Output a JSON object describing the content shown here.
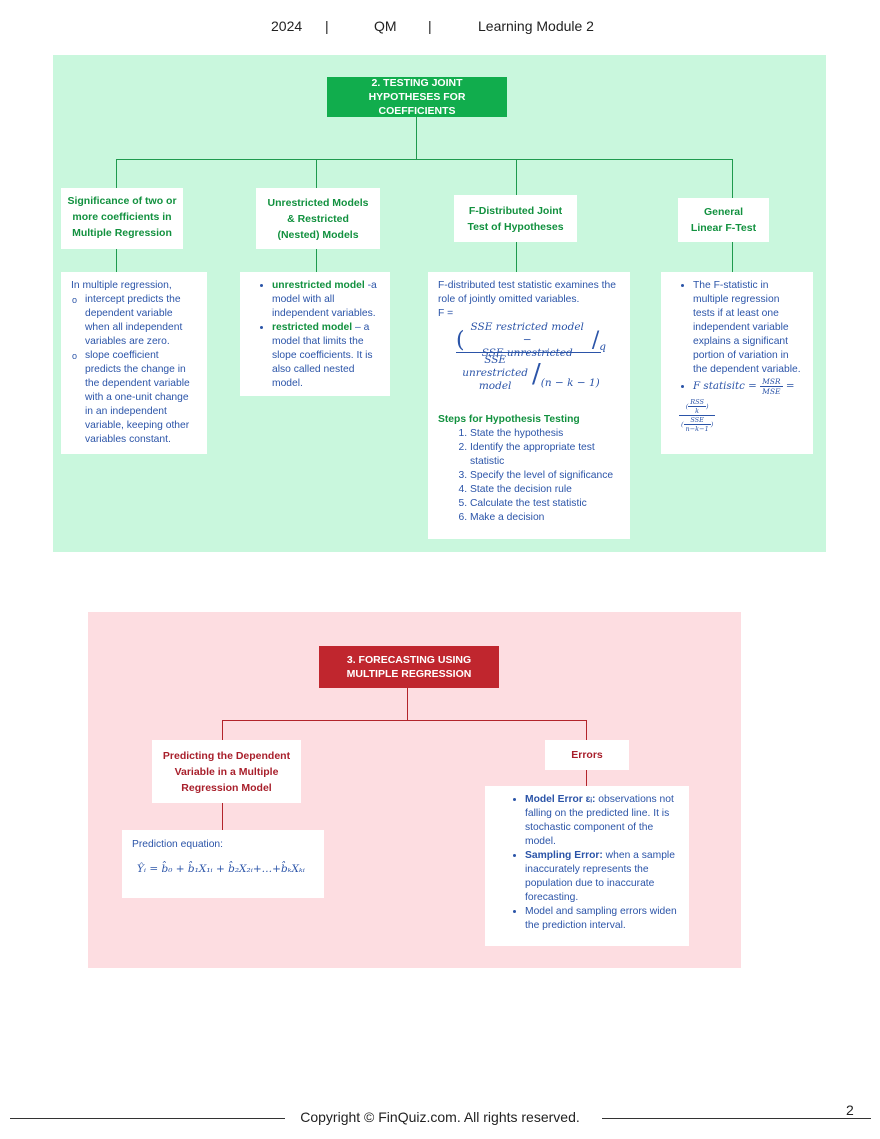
{
  "header": {
    "year": "2024",
    "sep": "|",
    "subject": "QM",
    "module": "Learning Module 2"
  },
  "section2": {
    "title": "2. TESTING JOINT HYPOTHESES FOR COEFFICIENTS",
    "nodes": [
      "Significance of two or more coefficients in Multiple Regression",
      "Unrestricted Models & Restricted (Nested) Models",
      "F-Distributed Joint Test of Hypotheses",
      "General Linear F-Test"
    ],
    "box1": {
      "intro": "In multiple regression,",
      "items": [
        "intercept predicts the dependent variable when all independent variables are zero.",
        "slope coefficient predicts the change in the dependent variable with a one-unit change in an independent variable, keeping other variables constant."
      ]
    },
    "box2": {
      "u_term": "unrestricted model",
      "u_desc": " -a model with all independent variables.",
      "r_term": "restricted model",
      "r_desc": " – a model that limits the slope coefficients. It is also called nested model."
    },
    "box3": {
      "intro": "F-distributed test statistic examines the role of jointly omitted variables.",
      "f_label": "F =",
      "formula": {
        "num_line1": "SSE restricted model −",
        "num_line2": "SSE unrestricted",
        "num_div": "q",
        "den_line1": "SSE",
        "den_line2": "unrestricted",
        "den_line3": "model",
        "den_div": "(n − k − 1)"
      },
      "steps_title": "Steps for Hypothesis Testing",
      "steps": [
        "State the hypothesis",
        "Identify the appropriate test statistic",
        "Specify the level of significance",
        "State the decision rule",
        "Calculate the test statistic",
        "Make a decision"
      ]
    },
    "box4": {
      "item1": "The F-statistic in multiple regression tests if at least one independent variable explains a significant portion of variation in the dependent variable.",
      "f_lhs": "F statisitc = ",
      "msr": "MSR",
      "mse": "MSE",
      "eq": " = ",
      "rss": "RSS",
      "k": "k",
      "sse": "SSE",
      "nk1": "n−k−1"
    }
  },
  "section3": {
    "title": "3. FORECASTING USING MULTIPLE REGRESSION",
    "nodes": [
      "Predicting the Dependent Variable in a Multiple Regression Model",
      "Errors"
    ],
    "box1": {
      "label": "Prediction equation:",
      "equation": "Ŷᵢ = b̂₀ + b̂₁X₁ᵢ + b̂₂X₂ᵢ+…+b̂ₖXₖᵢ"
    },
    "box2": {
      "model_term": "Model Error εᵢ:",
      "model_desc": " observations not falling on the predicted line. It is stochastic component of the model.",
      "sampling_term": "Sampling Error:",
      "sampling_desc": " when a sample inaccurately represents the population due to inaccurate forecasting.",
      "last": "Model and sampling errors widen the prediction interval."
    }
  },
  "footer": {
    "copyright": "Copyright © FinQuiz.com. All rights reserved.",
    "page": "2"
  }
}
